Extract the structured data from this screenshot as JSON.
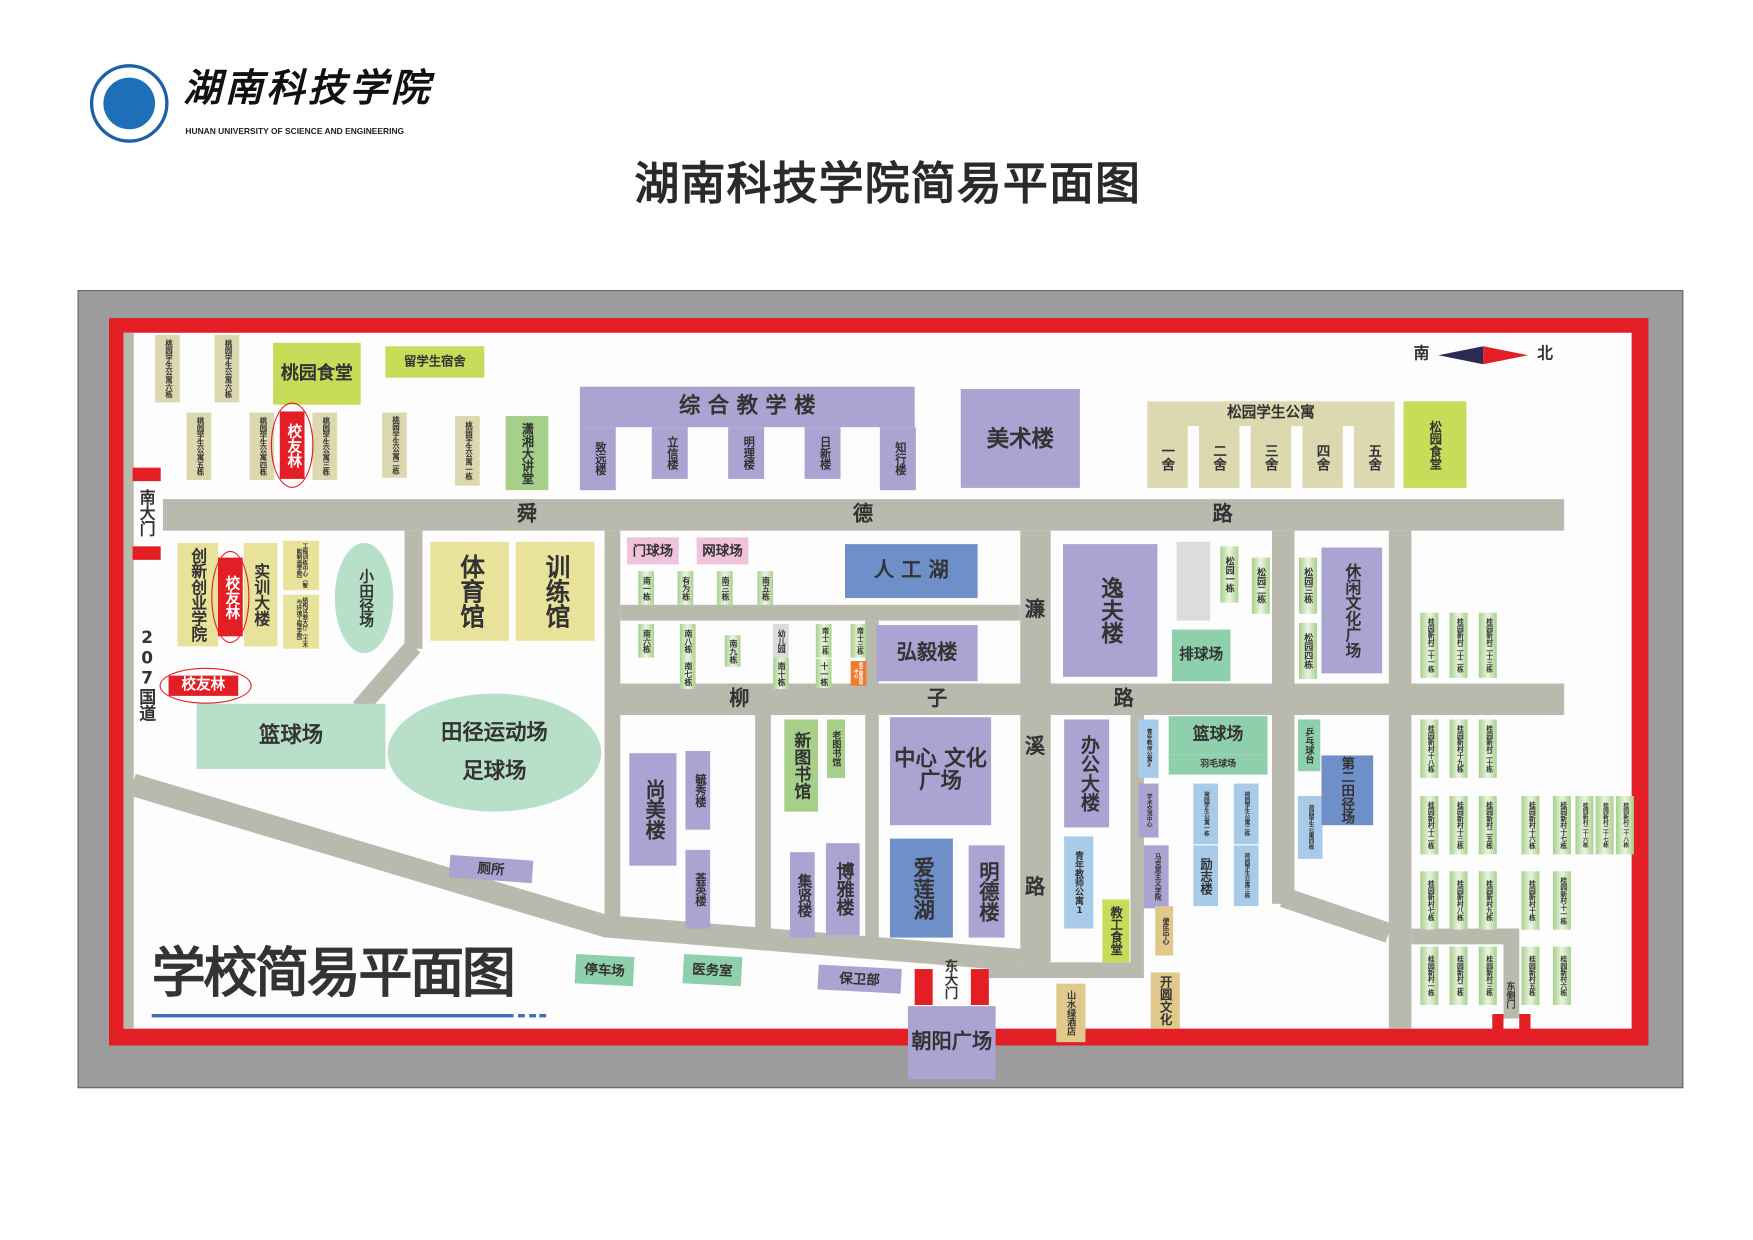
{
  "header": {
    "logo_cn": "湖南科技学院",
    "logo_en": "HUNAN UNIVERSITY OF SCIENCE AND ENGINEERING",
    "title": "湖南科技学院简易平面图"
  },
  "map": {
    "caption": "学校简易平面图",
    "compass": {
      "south": "南",
      "north": "北"
    },
    "colors": {
      "border": "#e31e25",
      "road": "#b9b9ae",
      "teaching": "#a9a4d1",
      "dorm": "#dcd8b0",
      "canteen": "#c8dc5a",
      "lake": "#6f8fc9"
    },
    "places": {
      "taoyuan6a": "桃园学生公寓六栋",
      "taoyuan6b": "桃园学生公寓六栋",
      "taoyuan5": "桃园学生公寓五栋",
      "taoyuan4": "桃园学生公寓四栋",
      "taoyuan3": "桃园学生公寓三栋",
      "taoyuan2": "桃园学生公寓二栋",
      "taoyuan1": "桃园学生公寓一栋",
      "xiaoyoulin1": "校友林",
      "taoyuan_canteen": "桃园食堂",
      "intl_dorm": "留学生宿舍",
      "xiaoxiang": "潇湘大讲堂",
      "zonghe": "综 合 教 学 楼",
      "zhiyuan": "致远楼",
      "lixin": "立信楼",
      "mingli": "明理楼",
      "rixin": "日新楼",
      "zhixing": "知行楼",
      "meishu": "美术楼",
      "songyuan_apts": "松园学生公寓",
      "she1": "一舍",
      "she2": "二舍",
      "she3": "三舍",
      "she4": "四舍",
      "she5": "五舍",
      "songyuan_canteen": "松园食堂",
      "south_gate": "南大门",
      "highway": "207国道",
      "chuangxin": "创新创业学院",
      "xiaoyoulin2": "校友林",
      "shixun": "实训大楼",
      "gongcheng": "工程训练中心（智能制造学院）",
      "jiegou": "结构试验大厅（土木与环境工程学院）",
      "xiaotianjing": "小田径场",
      "xiaoyoulin3": "校友林",
      "tiyuguan": "体育馆",
      "xunlianguan": "训练馆",
      "basketball1": "篮球场",
      "stadium_a": "田径运动场",
      "stadium_b": "足球场",
      "toilet": "厕所",
      "parking": "停车场",
      "clinic": "医务室",
      "security": "保卫部",
      "east_gate": "东大门",
      "chaoyang": "朝阳广场",
      "menqiu": "门球场",
      "wangqiu": "网球场",
      "nan1": "南一栋",
      "youwei": "有为栋",
      "nan3": "南三栋",
      "nan5": "南五栋",
      "rengonghu": "人 工 湖",
      "nan6": "南六栋",
      "nan8": "南八栋",
      "nan7": "南七栋",
      "nan9": "南九栋",
      "kindergarten": "幼儿园",
      "nan10": "南十栋",
      "nan12": "南十二栋",
      "nan11": "十一栋",
      "nan13": "南十三栋",
      "laoganbu": "老干部活动中心",
      "hongyi": "弘毅楼",
      "shangmei": "尚美楼",
      "yuxiu": "毓秀楼",
      "huiying": "荟英楼",
      "xintushu": "新图书馆",
      "laotushu": "老图书馆",
      "jixian": "集贤楼",
      "boya": "博雅楼",
      "zhongxin": "中心 文化广场",
      "ailianhu": "爱莲湖",
      "mingde": "明德楼",
      "yifu": "逸夫楼",
      "paiqiu": "排球场",
      "songyuan1": "松园一栋",
      "songyuan2": "松园二栋",
      "songyuan3": "松园三栋",
      "songyuan4": "松园四栋",
      "xiuxian": "休闲文化广场",
      "bangong": "办公大楼",
      "qingnian1": "青年教师公寓1",
      "jiaogong": "教工食堂",
      "qingnian2": "青年教师公寓2",
      "xueshu": "学术交流中心",
      "makesi": "马克思主义学院",
      "bianmin": "便民中心",
      "basketball2": "篮球场",
      "badminton": "羽毛球场",
      "heyuan1": "荷园学生公寓一栋",
      "heyuan2": "荷园学生公寓二栋",
      "lizhi": "励志楼",
      "heyuan3": "荷园学生公寓三栋",
      "shanshui": "山水绿酒店",
      "kaiyuan": "开圆文化",
      "pingpang": "乒乓球台",
      "heyuan4": "荷园学生公寓四栋",
      "tianjing2": "第二田径场",
      "gy21": "桂园新村二十一栋",
      "gy22": "桂园新村二十二栋",
      "gy23": "桂园新村二十三栋",
      "gy18": "桂园新村十八栋",
      "gy19": "桂园新村十九栋",
      "gy20": "桂园新村二十栋",
      "gy12": "桂园新村十二栋",
      "gy13": "桂园新村十三栋",
      "gy25": "桂园新村二五栋",
      "gy16": "桂园新村十六栋",
      "gy17": "桂园新村十七栋",
      "gy26": "桂园新村二十六栋",
      "gy27": "桂园新村二十七栋",
      "gy28": "桂园新村二十八栋",
      "gy7": "桂园新村七栋",
      "gy8": "桂园新村八栋",
      "gy9": "桂园新村九栋",
      "gy10": "桂园新村十栋",
      "gy11": "桂园新村十一栋",
      "gy1": "桂园新村一栋",
      "gy2": "桂园新村二栋",
      "gy3": "桂园新村三栋",
      "gy5": "桂园新村五栋",
      "gy6": "桂园新村六栋",
      "east_side_gate": "东侧门"
    },
    "roads": {
      "shunde": [
        "舜",
        "德",
        "路"
      ],
      "liuzi": [
        "柳",
        "子",
        "路"
      ],
      "lianxi": [
        "濂",
        "溪",
        "路"
      ]
    }
  }
}
